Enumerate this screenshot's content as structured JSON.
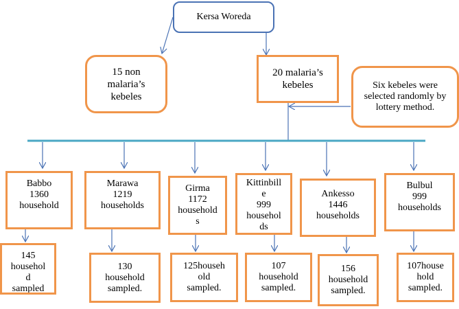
{
  "diagram": {
    "root": "Kersa Woreda",
    "non_malaria": "15 non\nmalaria’s\nkebeles",
    "malaria": "20 malaria’s\nkebeles",
    "note": "Six kebeles were\nselected randomly by\nlottery method.",
    "kebeles": [
      {
        "info": "Babbo\n1360\nhousehold",
        "sampled": "145\nhousehol\nd\nsampled"
      },
      {
        "info": "Marawa\n1219\nhouseholds",
        "sampled": "130\nhousehold\nsampled."
      },
      {
        "info": "Girma\n1172\nhousehold\ns",
        "sampled": "125househ\nold\nsampled."
      },
      {
        "info": "Kittinbill\ne\n999\nhousehol\nds",
        "sampled": "107\nhousehold\nsampled."
      },
      {
        "info": "Ankesso\n1446\nhouseholds",
        "sampled": "156\nhousehold\nsampled."
      },
      {
        "info": "Bulbul\n999\nhouseholds",
        "sampled": "107house\nhold\nsampled."
      }
    ]
  }
}
